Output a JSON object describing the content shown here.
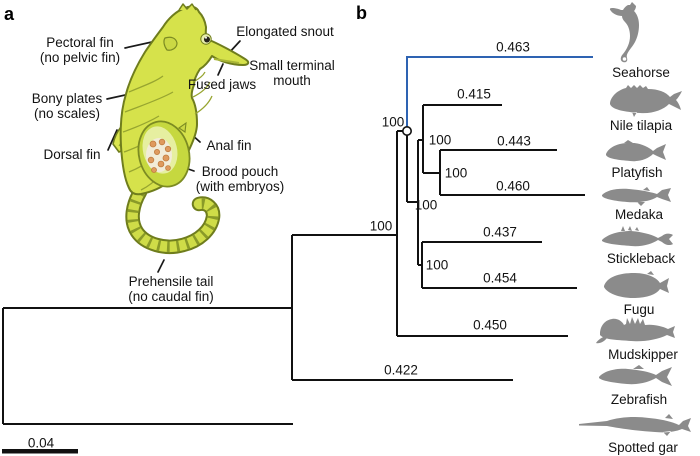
{
  "panels": {
    "a": "a",
    "b": "b"
  },
  "anatomy": {
    "pectoral_fin": "Pectoral fin",
    "pectoral_fin_note": "(no pelvic fin)",
    "bony_plates": "Bony plates",
    "bony_plates_note": "(no scales)",
    "dorsal_fin": "Dorsal fin",
    "elongated_snout": "Elongated snout",
    "small_terminal_mouth_line1": "Small terminal",
    "small_terminal_mouth_line2": "mouth",
    "fused_jaws": "Fused jaws",
    "anal_fin": "Anal fin",
    "brood_pouch": "Brood pouch",
    "brood_pouch_note": "(with embryos)",
    "prehensile_tail": "Prehensile tail",
    "prehensile_tail_note": "(no caudal fin)"
  },
  "tree": {
    "scale_bar_label": "0.04",
    "taxa": [
      {
        "name": "Seahorse",
        "branch_length": "0.463",
        "highlighted": true
      },
      {
        "name": "Nile tilapia",
        "branch_length": "0.415"
      },
      {
        "name": "Platyfish",
        "branch_length": "0.443"
      },
      {
        "name": "Medaka",
        "branch_length": "0.460"
      },
      {
        "name": "Stickleback",
        "branch_length": "0.437"
      },
      {
        "name": "Fugu",
        "branch_length": "0.454"
      },
      {
        "name": "Mudskipper",
        "branch_length": "0.450"
      },
      {
        "name": "Zebrafish",
        "branch_length": "0.422"
      },
      {
        "name": "Spotted gar"
      }
    ],
    "supports": {
      "percomorph_node": "100",
      "tilapia_platy_medaka": "100",
      "platy_medaka": "100",
      "crown_clade": "100",
      "stickleback_fugu": "100",
      "teleost_inner": "100"
    },
    "colors": {
      "highlight_branch": "#2e63b2",
      "branch": "#111111",
      "silhouette": "#8b8b8b"
    }
  }
}
